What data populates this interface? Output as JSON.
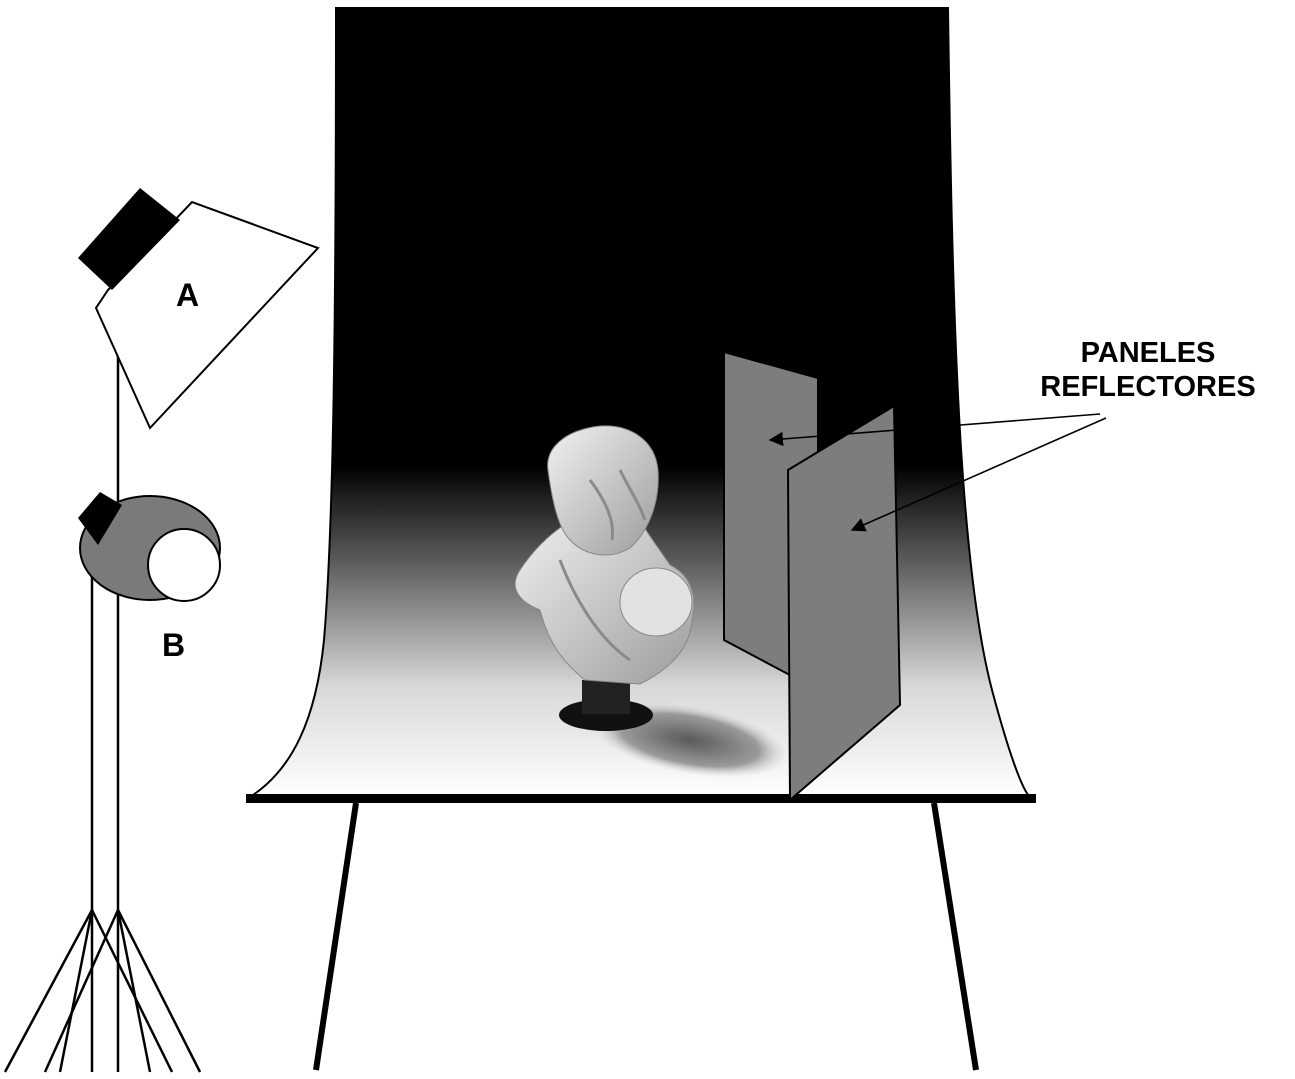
{
  "labels": {
    "light_a": "A",
    "light_b": "B",
    "panels_line1": "PANELES",
    "panels_line2": "REFLECTORES"
  },
  "colors": {
    "backdrop_top": "#000000",
    "backdrop_bottom": "#ffffff",
    "panel": "#7d7d7d",
    "line": "#000000",
    "softbox": "#ffffff",
    "spot_housing": "#7a7a7a"
  },
  "icons": {
    "light_a": "softbox-light-icon",
    "light_b": "spotlight-icon",
    "subject": "bust-sculpture-icon"
  }
}
